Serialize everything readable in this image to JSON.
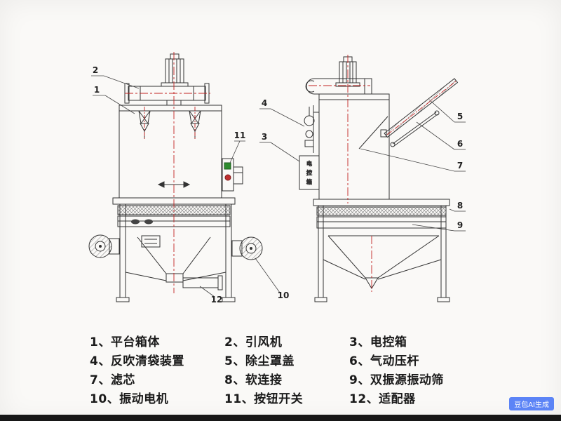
{
  "callouts": [
    "1",
    "2",
    "3",
    "4",
    "5",
    "6",
    "7",
    "8",
    "9",
    "10",
    "11",
    "12"
  ],
  "legend": {
    "items": [
      {
        "num": "1、",
        "label": "平台箱体"
      },
      {
        "num": "2、",
        "label": "引风机"
      },
      {
        "num": "3、",
        "label": "电控箱"
      },
      {
        "num": "4、",
        "label": "反吹清袋装置"
      },
      {
        "num": "5、",
        "label": "除尘罩盖"
      },
      {
        "num": "6、",
        "label": "气动压杆"
      },
      {
        "num": "7、",
        "label": "滤芯"
      },
      {
        "num": "8、",
        "label": "软连接"
      },
      {
        "num": "9、",
        "label": "双振源振动筛"
      },
      {
        "num": "10、",
        "label": "振动电机"
      },
      {
        "num": "11、",
        "label": "按钮开关"
      },
      {
        "num": "12、",
        "label": "适配器"
      }
    ]
  },
  "side_view": {
    "control_box_chars": [
      "电",
      "控",
      "箱"
    ]
  },
  "watermark": {
    "text": "豆包AI生成"
  },
  "colors": {
    "line": "#333333",
    "centerline": "#c22222",
    "accent_green": "#2e8b2e",
    "accent_red": "#c03030"
  }
}
